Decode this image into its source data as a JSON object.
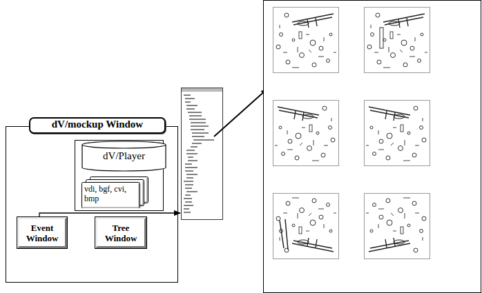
{
  "diagram": {
    "nodes": [
      {
        "text": [
          "dV/mockup Window"
        ]
      },
      {
        "text": [
          "dV/Player"
        ],
        "in": 0
      },
      {
        "text": [
          "vdi, bgf, cvi, bmp"
        ],
        "in": 0
      },
      {
        "text": [
          "Event Window"
        ],
        "in": 0
      },
      {
        "text": [
          "Tree Window"
        ],
        "in": 0
      }
    ]
  }
}
